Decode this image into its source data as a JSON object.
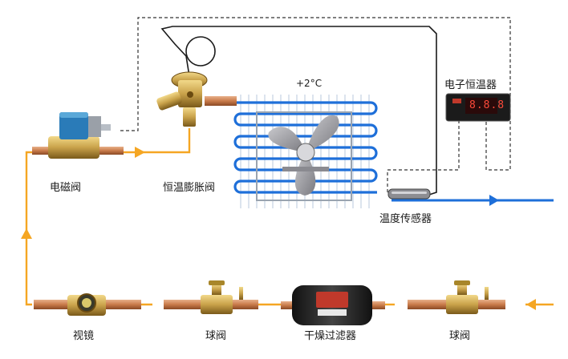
{
  "labels": {
    "solenoid_valve": "电磁阀",
    "expansion_valve": "恒温膨胀阀",
    "temperature": "+2°C",
    "thermostat": "电子恒温器",
    "thermostat_display": "8.8.8",
    "temp_sensor": "温度传感器",
    "sight_glass": "视镜",
    "ball_valve_left": "球阀",
    "filter_drier": "干燥过滤器",
    "ball_valve_right": "球阀"
  },
  "colors": {
    "liquid_line": "#f5a623",
    "suction_line": "#1e6fd9",
    "coil": "#1e6fd9",
    "capillary": "#1a1a1a",
    "signal_wire": "#333333",
    "copper": "#c97b4a",
    "brass": "#c9a24a"
  }
}
